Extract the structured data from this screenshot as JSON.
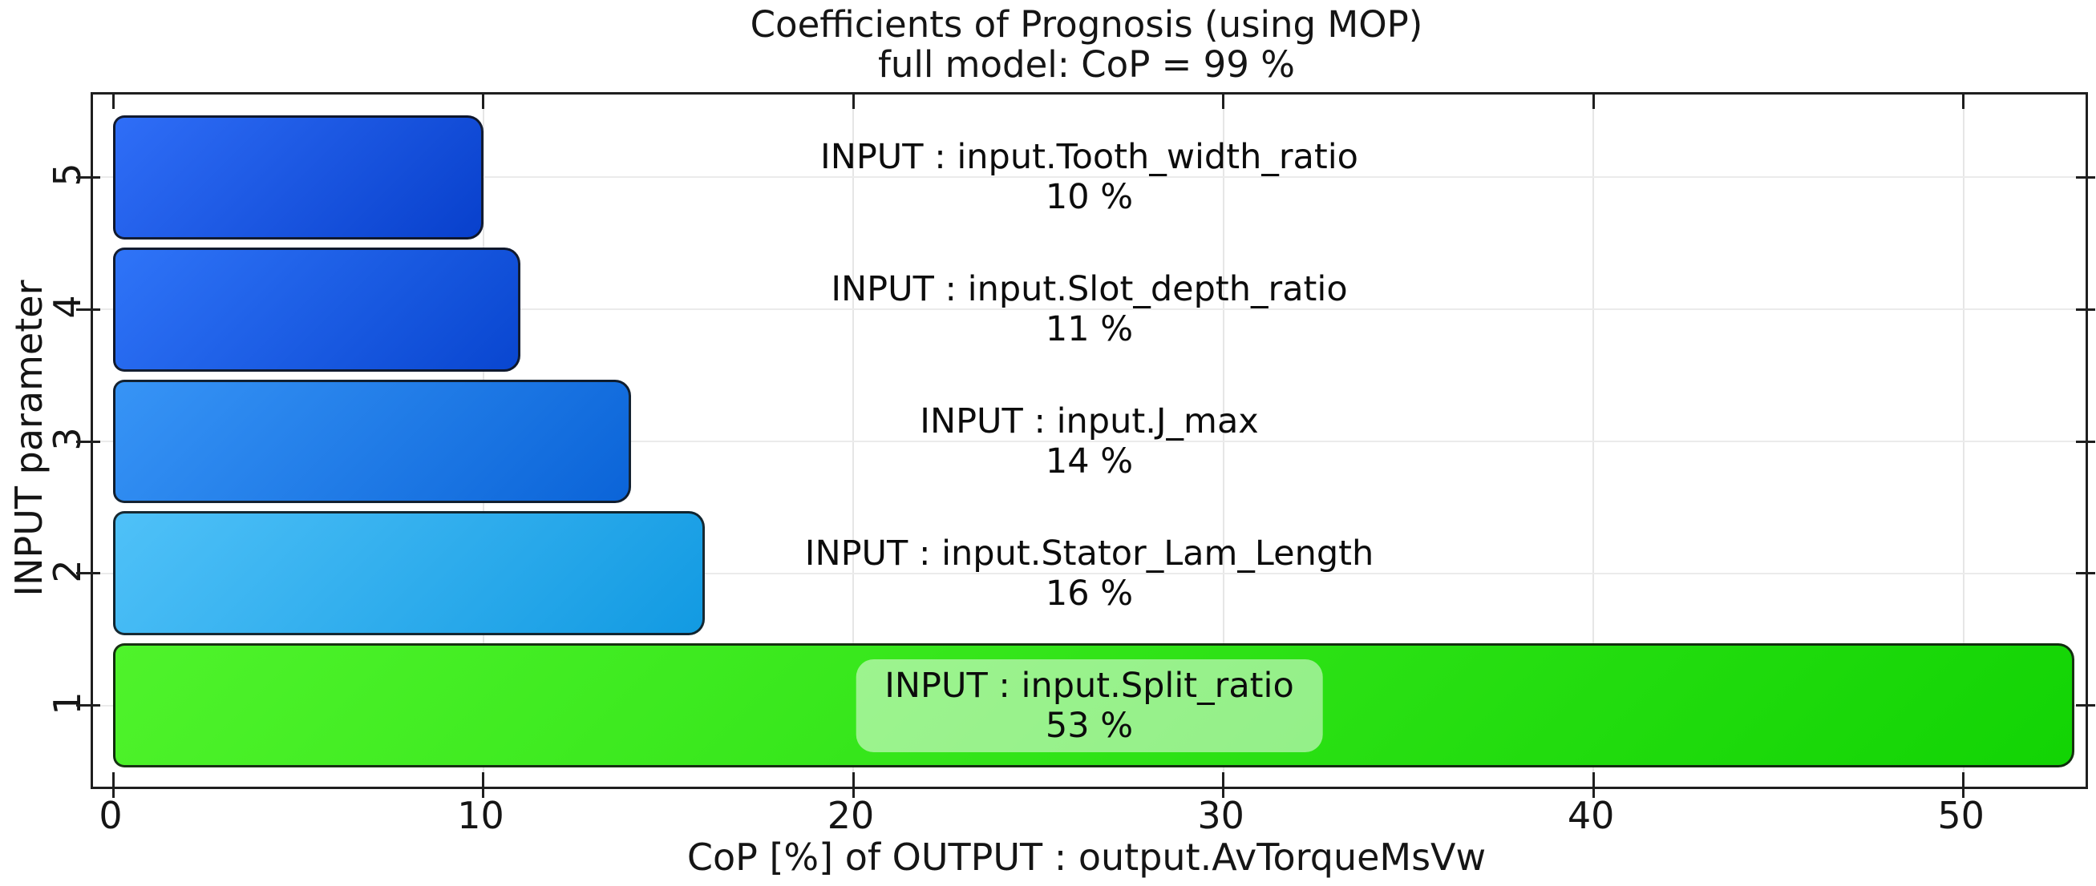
{
  "title": {
    "line1": "Coefficients of Prognosis (using MOP)",
    "line2": "full model: CoP = 99 %"
  },
  "chart_data": {
    "type": "bar",
    "orientation": "horizontal",
    "title": "Coefficients of Prognosis (using MOP)",
    "subtitle": "full model: CoP = 99 %",
    "xlabel": "CoP [%] of OUTPUT : output.AvTorqueMsVw",
    "ylabel": "INPUT parameter",
    "xlim": [
      0,
      53.3
    ],
    "xticks": [
      0,
      10,
      20,
      30,
      40,
      50
    ],
    "grid": true,
    "legend": "none",
    "bars": [
      {
        "y_tick": "5",
        "label": "INPUT : input.Tooth_width_ratio",
        "value": 10,
        "value_label": "10 %",
        "color_light": "#2f6ef7",
        "color_dark": "#0840cc",
        "label_highlighted": false
      },
      {
        "y_tick": "4",
        "label": "INPUT : input.Slot_depth_ratio",
        "value": 11,
        "value_label": "11 %",
        "color_light": "#2f74f8",
        "color_dark": "#0946d0",
        "label_highlighted": false
      },
      {
        "y_tick": "3",
        "label": "INPUT : input.J_max",
        "value": 14,
        "value_label": "14 %",
        "color_light": "#3794f6",
        "color_dark": "#0b64d8",
        "label_highlighted": false
      },
      {
        "y_tick": "2",
        "label": "INPUT : input.Stator_Lam_Length",
        "value": 16,
        "value_label": "16 %",
        "color_light": "#4fc1f8",
        "color_dark": "#129ae2",
        "label_highlighted": false
      },
      {
        "y_tick": "1",
        "label": "INPUT : input.Split_ratio",
        "value": 53,
        "value_label": "53 %",
        "color_light": "#4ff32b",
        "color_dark": "#12d404",
        "label_highlighted": true
      }
    ],
    "colors": {
      "grid": "#e6e6e6",
      "frame": "#1f1f1f",
      "text": "#151515",
      "highlight_box": "rgba(255,255,255,0.5)"
    }
  }
}
